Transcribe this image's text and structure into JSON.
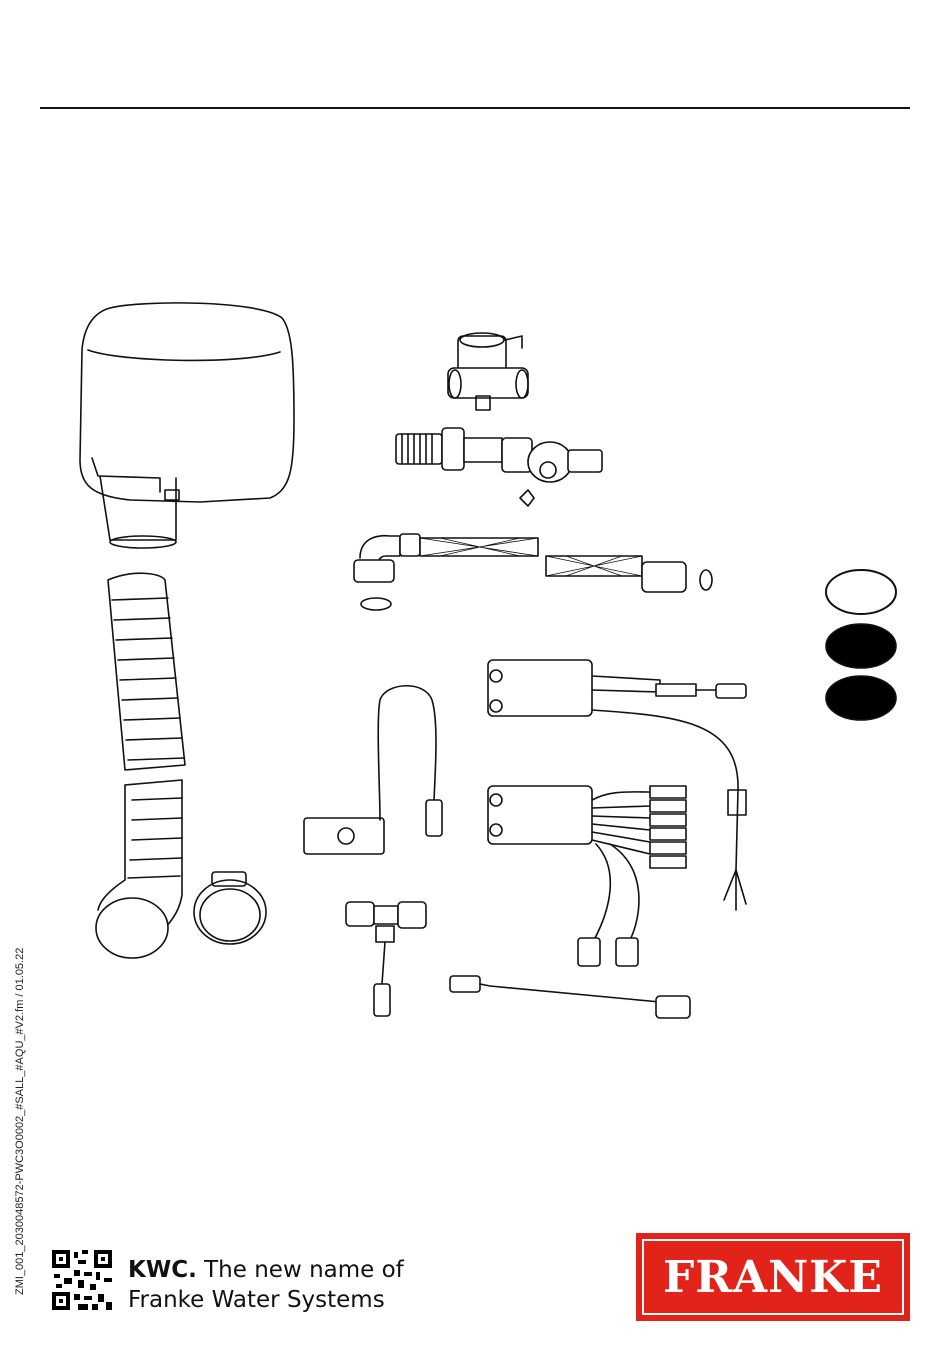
{
  "footer": {
    "side_code": "ZMI_001_2030048572-PWC3O0002_#SALL_#AQU_#V2.fm / 01.05.22",
    "kwc_brand": "KWC.",
    "kwc_line1_rest": "The new name of",
    "kwc_line2": "Franke Water Systems",
    "franke_logo_text": "FRANKE"
  },
  "colors": {
    "franke_red": "#e2231a",
    "ink": "#111111"
  },
  "icons": [
    "qr-code-icon"
  ]
}
